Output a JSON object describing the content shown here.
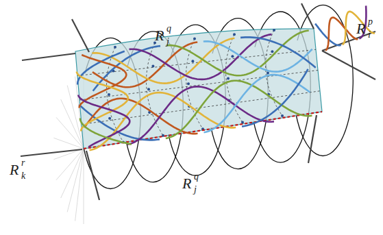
{
  "diagram": {
    "labels": [
      "R",
      "q",
      "j",
      "R",
      "p",
      "i",
      "R",
      "r",
      "k",
      "R",
      "q",
      "j"
    ]
  }
}
